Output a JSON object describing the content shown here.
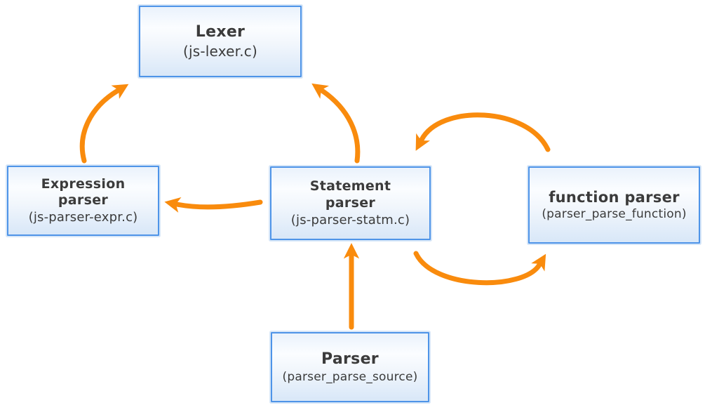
{
  "diagram": {
    "title": "JerryScript parser architecture diagram",
    "colors": {
      "background": "#FFFFFF",
      "box_border": "#4E94E8",
      "box_glow": "#A4C8F0",
      "box_fill_top": "#EAF2FC",
      "box_fill_bottom": "#D8E7F8",
      "arrow": "#F98B0D",
      "text": "#3B3B3B"
    },
    "nodes": [
      {
        "id": "lexer",
        "title": "Lexer",
        "subtitle": "(js-lexer.c)"
      },
      {
        "id": "expression-parser",
        "title": "Expression\nparser",
        "subtitle": "(js-parser-expr.c)"
      },
      {
        "id": "statement-parser",
        "title": "Statement\nparser",
        "subtitle": "(js-parser-statm.c)"
      },
      {
        "id": "function-parser",
        "title": "function parser",
        "subtitle": "(parser_parse_function)"
      },
      {
        "id": "parser",
        "title": "Parser",
        "subtitle": "(parser_parse_source)"
      }
    ],
    "edges": [
      {
        "from": "expression-parser",
        "to": "lexer"
      },
      {
        "from": "statement-parser",
        "to": "lexer"
      },
      {
        "from": "statement-parser",
        "to": "expression-parser"
      },
      {
        "from": "function-parser",
        "to": "statement-parser"
      },
      {
        "from": "statement-parser",
        "to": "function-parser"
      },
      {
        "from": "parser",
        "to": "statement-parser"
      }
    ]
  }
}
